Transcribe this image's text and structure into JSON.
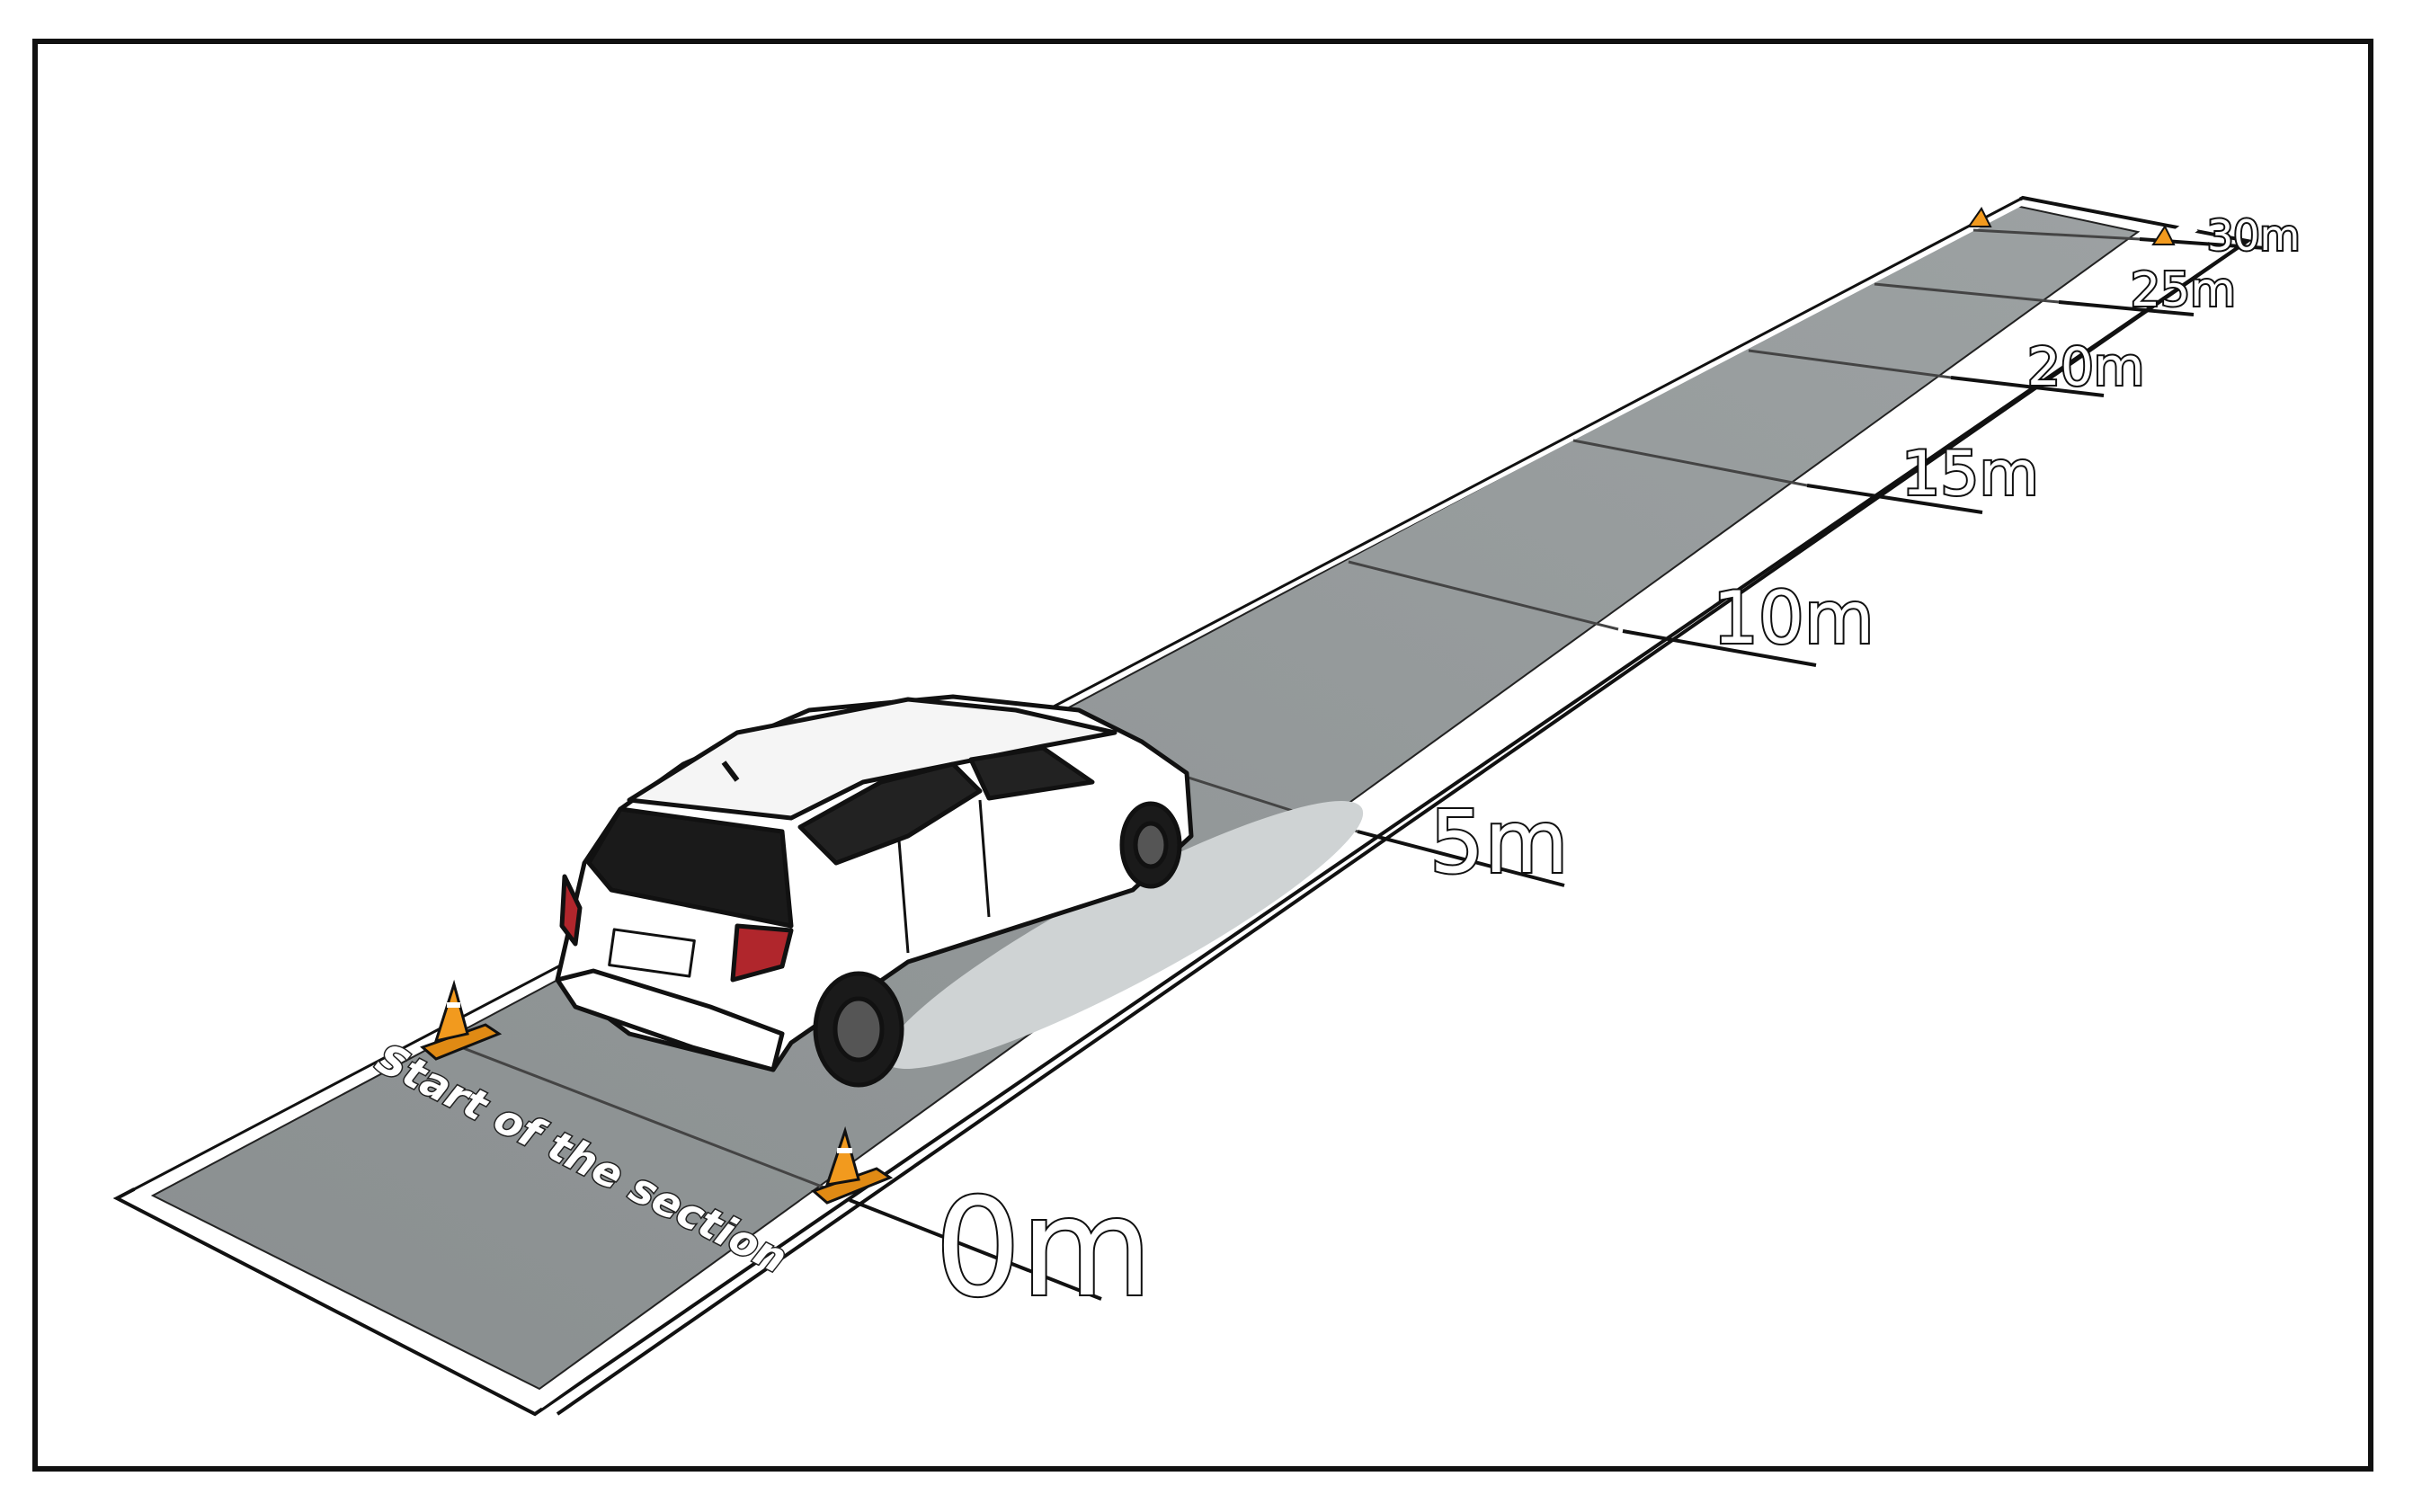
{
  "diagram": {
    "start_label": "Start of the section",
    "markers": [
      {
        "label": "0m",
        "distance_m": 0
      },
      {
        "label": "5m",
        "distance_m": 5
      },
      {
        "label": "10m",
        "distance_m": 10
      },
      {
        "label": "15m",
        "distance_m": 15
      },
      {
        "label": "20m",
        "distance_m": 20
      },
      {
        "label": "25m",
        "distance_m": 25
      },
      {
        "label": "30m",
        "distance_m": 30
      }
    ],
    "colors": {
      "road": "#8e9394",
      "line": "#ffffff",
      "cone": "#f29a1e",
      "car": "#ffffff"
    }
  }
}
